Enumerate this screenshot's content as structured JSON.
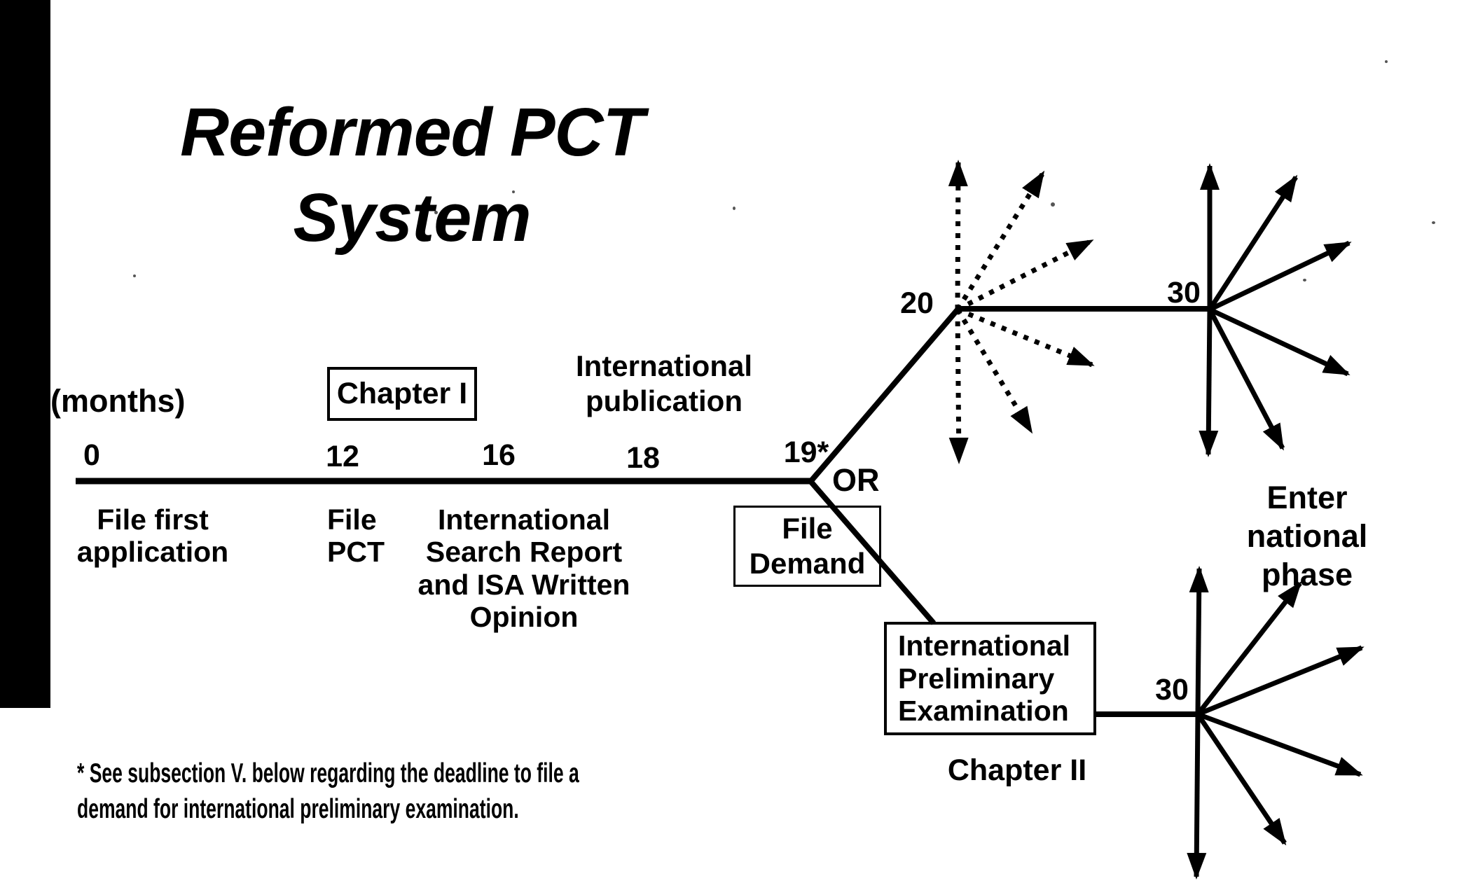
{
  "title": {
    "line1": "Reformed PCT",
    "line2": "System"
  },
  "axis": {
    "months_label": "(months)",
    "tick_0": "0",
    "tick_12": "12",
    "tick_16": "16",
    "tick_18": "18",
    "tick_19": "19*"
  },
  "junction": {
    "or_label": "OR"
  },
  "nodes": {
    "month_20": "20",
    "month_30_top": "30",
    "month_30_bottom": "30"
  },
  "events": {
    "file_first_application": {
      "line1": "File first",
      "line2": "application"
    },
    "file_pct": {
      "line1": "File",
      "line2": "PCT"
    },
    "intl_search_report": {
      "line1": "International",
      "line2": "Search Report",
      "line3": "and ISA Written",
      "line4": "Opinion"
    },
    "intl_publication": {
      "line1": "International",
      "line2": "publication"
    },
    "enter_national_phase": {
      "line1": "Enter",
      "line2": "national",
      "line3": "phase"
    }
  },
  "boxes": {
    "chapter_1": {
      "label": "Chapter I"
    },
    "file_demand": {
      "line1": "File",
      "line2": "Demand"
    },
    "intl_preliminary_examination": {
      "line1": "International",
      "line2": "Preliminary",
      "line3": "Examination"
    },
    "chapter_2": {
      "label": "Chapter II"
    }
  },
  "footnote": {
    "line1": "* See subsection V. below regarding the deadline to file a",
    "line2": "demand for international preliminary examination."
  },
  "colors": {
    "ink": "#000000",
    "paper": "#ffffff"
  }
}
